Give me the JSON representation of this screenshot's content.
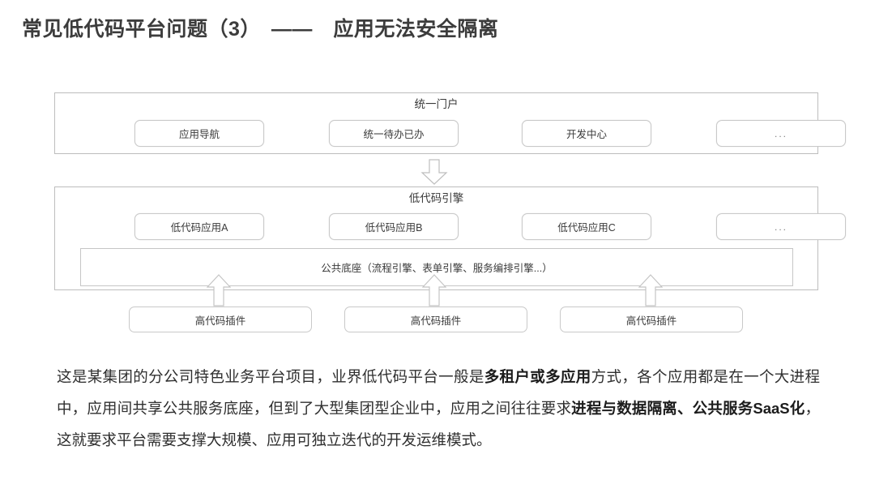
{
  "slide": {
    "title": "常见低代码平台问题（3）　——　应用无法安全隔离"
  },
  "diagram": {
    "portal_layer": {
      "heading": "统一门户",
      "chips": [
        {
          "label": "应用导航"
        },
        {
          "label": "统一待办已办"
        },
        {
          "label": "开发中心"
        },
        {
          "label": "..."
        }
      ]
    },
    "flow_arrow_down": "arrow-down-icon",
    "engine_layer": {
      "heading": "低代码引擎",
      "chips": [
        {
          "label": "低代码应用A"
        },
        {
          "label": "低代码应用B"
        },
        {
          "label": "低代码应用C"
        },
        {
          "label": "..."
        }
      ],
      "foundation": "公共底座（流程引擎、表单引擎、服务编排引擎...）"
    },
    "plugin_arrows": [
      "arrow-up-icon",
      "arrow-up-icon",
      "arrow-up-icon"
    ],
    "plugins": [
      {
        "label": "高代码插件"
      },
      {
        "label": "高代码插件"
      },
      {
        "label": "高代码插件"
      }
    ]
  },
  "paragraph": {
    "seg1": "这是某集团的分公司特色业务平台项目，业界低代码平台一般是",
    "bold1": "多租户或多应用",
    "seg2": "方式，各个应用都是在一个大进程中，应用间共享公共服务底座，但到了大型集团型企业中，应用之间往往要求",
    "bold2": "进程与数据隔离、公共服务SaaS化",
    "seg3": "，这就要求平台需要支撑大规模、应用可独立迭代的开发运维模式。"
  },
  "colors": {
    "title": "#3c3c3c",
    "panel_border": "#bdbdbd",
    "chip_border": "#c9c9c9",
    "text": "#2f2f2f",
    "background": "#ffffff"
  }
}
